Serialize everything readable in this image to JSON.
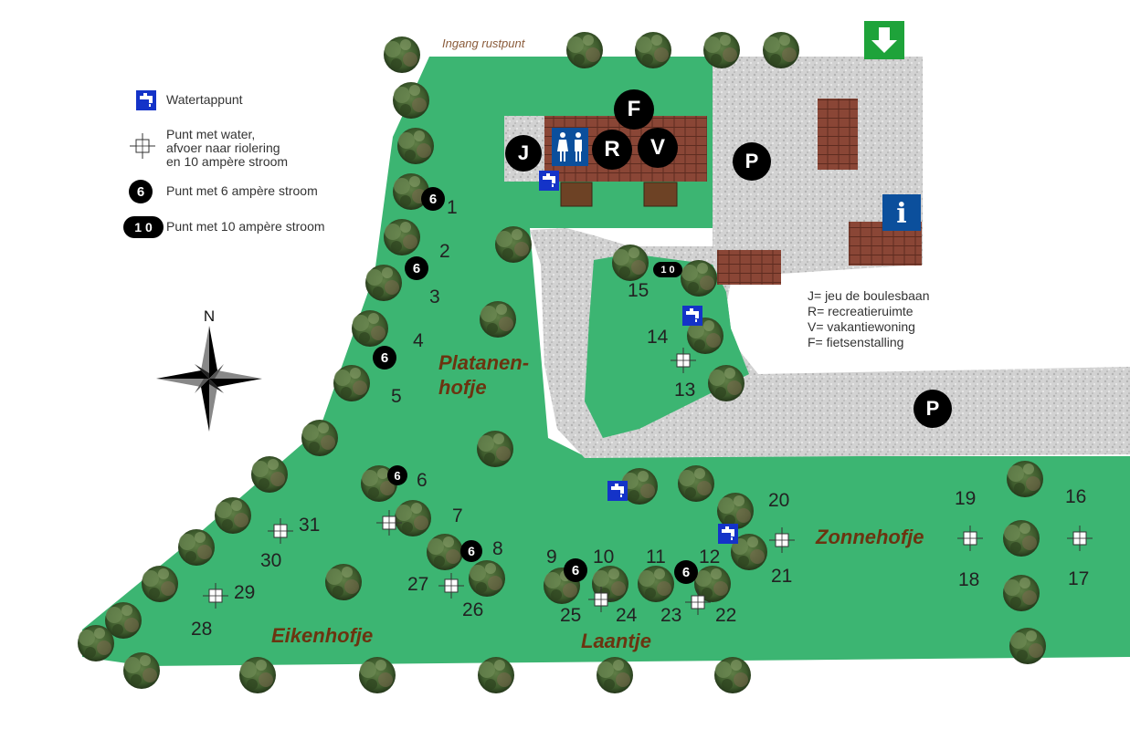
{
  "legend": {
    "water_tap": "Watertappunt",
    "water_point": "Punt met water,\nafvoer naar riolering\nen 10 ampère stroom",
    "six_amp": "Punt met 6 ampère stroom",
    "ten_amp": "Punt met 10 ampère stroom",
    "six_symbol": "6",
    "ten_symbol": "1 0"
  },
  "key": {
    "j": "J= jeu de boulesbaan",
    "r": "R= recreatieruimte",
    "v": "V= vakantiewoning",
    "f": "F= fietsenstalling"
  },
  "entrance_label": "Ingang rustpunt",
  "compass_label": "N",
  "zones": {
    "platanen_line1": "Platanen-",
    "platanen_line2": "hofje",
    "eiken": "Eikenhofje",
    "laantje": "Laantje",
    "zonne": "Zonnehofje"
  },
  "badges": {
    "f": "F",
    "j": "J",
    "r": "R",
    "v": "V",
    "p1": "P",
    "p2": "P",
    "info": "i",
    "six": "6",
    "ten": "1 0"
  },
  "pitches": {
    "n1": "1",
    "n2": "2",
    "n3": "3",
    "n4": "4",
    "n5": "5",
    "n6": "6",
    "n7": "7",
    "n8": "8",
    "n9": "9",
    "n10": "10",
    "n11": "11",
    "n12": "12",
    "n13": "13",
    "n14": "14",
    "n15": "15",
    "n16": "16",
    "n17": "17",
    "n18": "18",
    "n19": "19",
    "n20": "20",
    "n21": "21",
    "n22": "22",
    "n23": "23",
    "n24": "24",
    "n25": "25",
    "n26": "26",
    "n27": "27",
    "n28": "28",
    "n29": "29",
    "n30": "30",
    "n31": "31"
  },
  "colors": {
    "grass": "#3cb572",
    "gravel": "#d4d4d4",
    "roof": "#8b4a3a",
    "tap_blue": "#1433c8",
    "info_blue": "#0b4f9c",
    "exit_green": "#1ea33a",
    "zone_text": "#6b3410"
  }
}
